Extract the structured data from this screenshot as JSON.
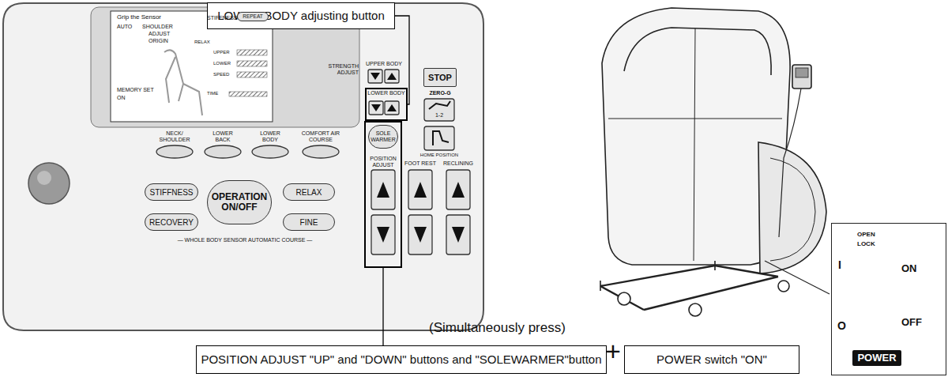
{
  "diagram": {
    "nodes": [
      {
        "text": [
          "LOWER BODY adjusting button"
        ]
      },
      {
        "text": [
          "REPEAT"
        ]
      },
      {
        "text": [
          "STIFFNESS"
        ]
      },
      {
        "text": [
          "OPERATION ON/OFF"
        ]
      },
      {
        "text": [
          "RELAX"
        ]
      },
      {
        "text": [
          "RECOVERY"
        ]
      },
      {
        "text": [
          "FINE"
        ]
      },
      {
        "text": [
          "LOWER BODY"
        ]
      },
      {
        "text": [
          "STOP"
        ]
      },
      {
        "text": [
          "POSITION ADJUST"
        ]
      },
      {
        "text": [
          "SOLE WARMER"
        ],
        "in": 9
      },
      {
        "text": [
          "OPEN",
          "LOCK",
          "I",
          "ON",
          "O",
          "OFF"
        ]
      },
      {
        "text": [
          "POWER"
        ],
        "in": 11
      },
      {
        "text": [
          "POSITION ADJUST \"UP\" and \"DOWN\" buttons and \"SOLEWARMER\"button"
        ]
      },
      {
        "text": [
          "POWER switch \"ON\""
        ]
      }
    ],
    "edges": [
      {
        "from": 0,
        "to": 7,
        "arrow": "none"
      },
      {
        "from": 13,
        "to": 9,
        "arrow": "none"
      }
    ],
    "labels": [
      "Grip the Sensor",
      "AUTO",
      "SHOULDER",
      "ADJUST",
      "ORIGIN",
      "STIFFNESS",
      "RELAX",
      "UPPER",
      "LOWER",
      "SPEED",
      "MEMORY SET",
      "ON",
      "TIME",
      "NECK/ SHOULDER",
      "LOWER BACK",
      "LOWER BODY",
      "COMFORT AIR COURSE",
      "— WHOLE BODY SENSOR AUTOMATIC COURSE —",
      "STRENGTH ADJUST",
      "UPPER BODY",
      "ZERO-G",
      "1-2",
      "HOME POSITION",
      "FOOT REST",
      "RECLINING",
      "(Simultaneously press)",
      "+"
    ]
  }
}
